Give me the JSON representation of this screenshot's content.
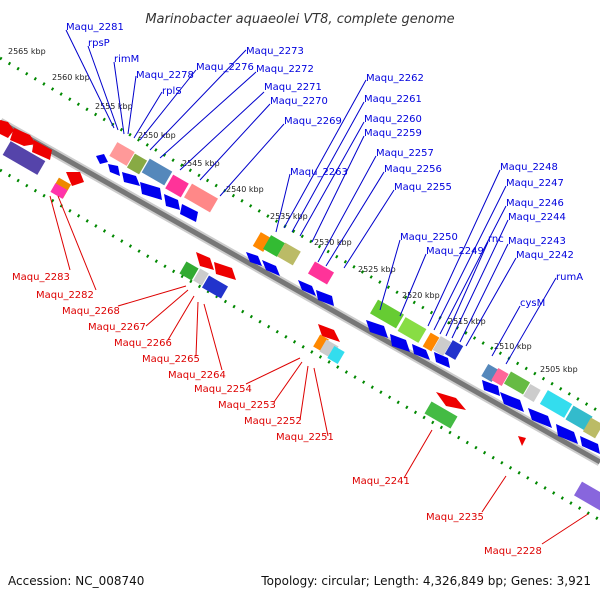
{
  "title": "Marinobacter aquaeolei VT8, complete genome",
  "footer": {
    "accession": "Accession: NC_008740",
    "topology": "Topology: circular; Length: 4,326,849 bp; Genes: 3,921"
  },
  "kbp_ticks": [
    "2565 kbp",
    "2560 kbp",
    "2555 kbp",
    "2550 kbp",
    "2545 kbp",
    "2540 kbp",
    "2535 kbp",
    "2530 kbp",
    "2525 kbp",
    "2520 kbp",
    "2515 kbp",
    "2510 kbp",
    "2505 kbp"
  ],
  "blue_labels": [
    "Maqu_2281",
    "rpsP",
    "rimM",
    "Maqu_2278",
    "rplS",
    "Maqu_2276",
    "Maqu_2273",
    "Maqu_2272",
    "Maqu_2271",
    "Maqu_2270",
    "Maqu_2269",
    "Maqu_2263",
    "Maqu_2262",
    "Maqu_2261",
    "Maqu_2260",
    "Maqu_2259",
    "Maqu_2257",
    "Maqu_2256",
    "Maqu_2255",
    "Maqu_2250",
    "Maqu_2249",
    "Maqu_2248",
    "Maqu_2247",
    "Maqu_2246",
    "rnc",
    "Maqu_2244",
    "Maqu_2243",
    "Maqu_2242",
    "rumA",
    "cysM"
  ],
  "red_labels": [
    "Maqu_2283",
    "Maqu_2282",
    "Maqu_2268",
    "Maqu_2267",
    "Maqu_2266",
    "Maqu_2265",
    "Maqu_2264",
    "Maqu_2254",
    "Maqu_2253",
    "Maqu_2252",
    "Maqu_2251",
    "Maqu_2241",
    "Maqu_2235",
    "Maqu_2228"
  ],
  "colors": {
    "forward_gene": "#0000ee",
    "reverse_gene": "#ee0000",
    "blue_label": "#0000dd",
    "red_label": "#dd0000",
    "backbone": "#888888",
    "tick_dots": "#008800"
  }
}
